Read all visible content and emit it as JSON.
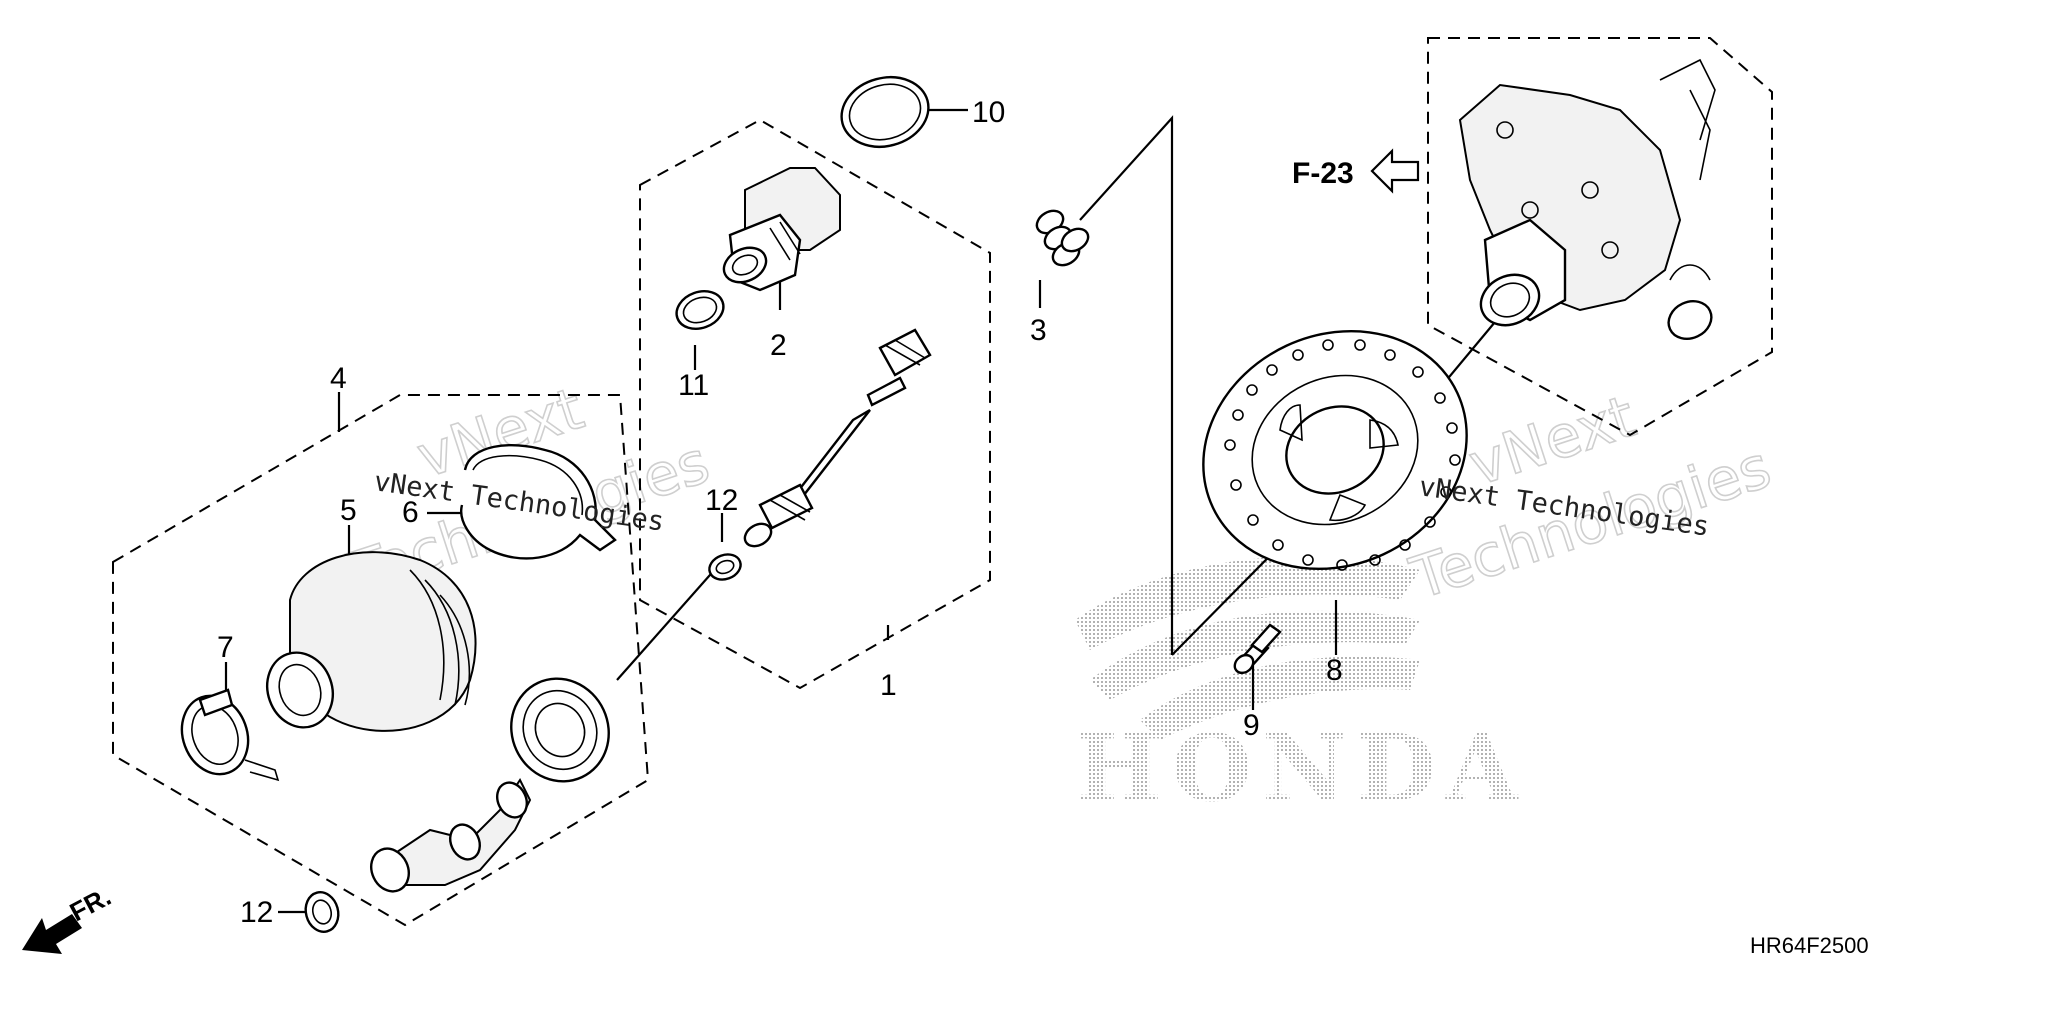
{
  "callouts": {
    "c1": "1",
    "c2": "2",
    "c3": "3",
    "c4": "4",
    "c5": "5",
    "c6": "6",
    "c7": "7",
    "c8": "8",
    "c9": "9",
    "c10": "10",
    "c11": "11",
    "c12a": "12",
    "c12b": "12"
  },
  "references": {
    "f23": "F-23",
    "front": "FR.",
    "diagram_code": "HR64F2500"
  },
  "watermarks": {
    "line1": "vNext Technologies",
    "line2": "vNext Technologies",
    "big1a": "vNext",
    "big1b": "Technologies",
    "big2a": "vNext",
    "big2b": "Technologies",
    "brand": "HONDA"
  },
  "icons": [
    "front-arrow-icon",
    "reference-arrow-icon"
  ],
  "colors": {
    "line": "#000000",
    "background": "#ffffff",
    "watermark": "#bdbdbd"
  }
}
